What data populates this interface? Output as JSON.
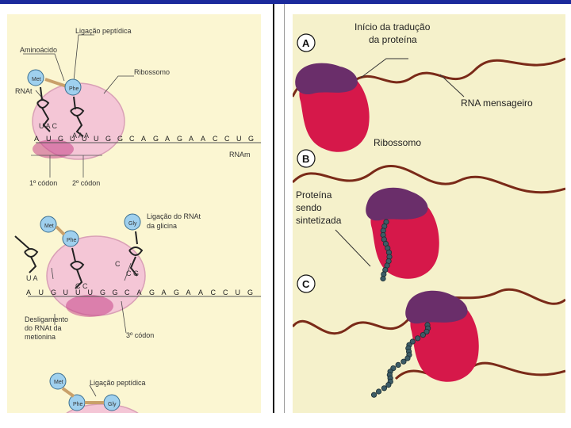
{
  "left": {
    "labels": {
      "peptide_bond_top": "Ligação peptídica",
      "amino_acid": "Aminoácido",
      "rnat": "RNAt",
      "ribosome": "Ribossomo",
      "rnam": "RNAm",
      "codon1": "1º códon",
      "codon2": "2º códon",
      "rnat_glycine": "Ligação do RNAt",
      "rnat_glycine_2": "da glicina",
      "release": "Desligamento",
      "release_2": "do RNAt da",
      "release_3": "metionina",
      "codon3": "3º códon",
      "peptide_bond_bottom": "Ligação peptídica"
    },
    "amino": {
      "met": "Met",
      "phe": "Phe",
      "gly": "Gly"
    },
    "strand1": [
      "A",
      "U",
      "G",
      "U",
      "U",
      "U",
      "G",
      "G",
      "C",
      "A",
      "G",
      "A",
      "G",
      "A",
      "A",
      "C",
      "C",
      "U",
      "G"
    ],
    "strand2": [
      "A",
      "U",
      "G",
      "U",
      "U",
      "U",
      "G",
      "G",
      "C",
      "A",
      "G",
      "A",
      "G",
      "A",
      "A",
      "C",
      "C",
      "U",
      "G"
    ],
    "anticodon1a": "U A C",
    "anticodon1b": "A A A",
    "anticodon2a": "U A",
    "anticodon2b": "C",
    "anticodon2c": "C C",
    "anticodon2d": "C G"
  },
  "right": {
    "badges": {
      "a": "A",
      "b": "B",
      "c": "C"
    },
    "labels": {
      "start_1": "Início da tradução",
      "start_2": "da proteína",
      "mrna": "RNA mensageiro",
      "ribosome": "Ribossomo",
      "protein_1": "Proteína",
      "protein_2": "sendo",
      "protein_3": "sintetizada"
    }
  },
  "colors": {
    "frame": "#1b2a9c",
    "ribosome_pink": "#f4c6d6",
    "ribosome_red": "#d6184a",
    "ribosome_purple": "#6a2e6a",
    "mrna_brown": "#7a2a18",
    "amino_blue": "#9fd0ee"
  }
}
